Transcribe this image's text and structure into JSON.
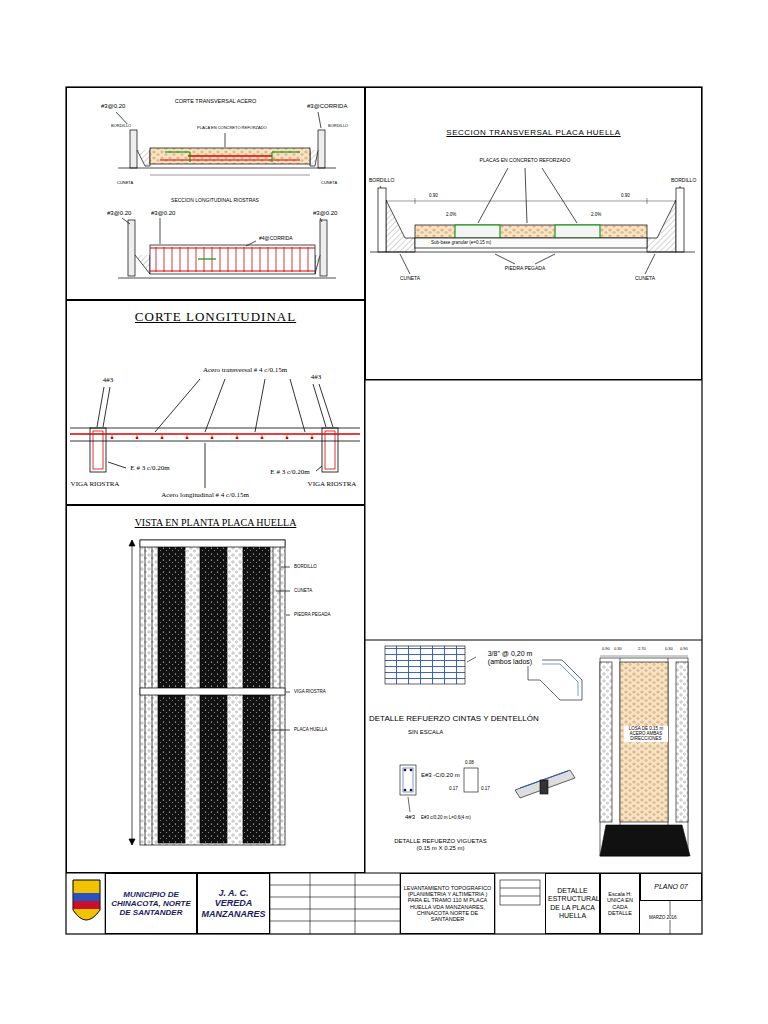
{
  "diagram": {
    "nodes": [
      {
        "text": [
          "CORTE TRANSVERSAL ACERO"
        ]
      },
      {
        "text": [
          "SECCION TRANSVERSAL PLACA HUELLA"
        ]
      },
      {
        "text": [
          "CORTE LONGITUDINAL"
        ]
      },
      {
        "text": [
          "VISTA EN PLANTA PLACA HUELLA"
        ]
      },
      {
        "text": [
          "MUNICIPIO DE CHINACOTA, NORTE DE SANTANDER"
        ]
      },
      {
        "text": [
          "J. A. C. VEREDA MANZANARES"
        ]
      },
      {
        "text": [
          "LEVANTAMIENTO TOPOGRAFICO (PLANIMETRIA Y ALTIMETRIA ) PARA EL TRAMO 110 M PLACA HUELLA VDA MANZANARES, CHINACOTA NORTE DE SANTANDER"
        ]
      },
      {
        "text": [
          "DETALLE ESTRUCTURAL DE LA PLACA HUELLA"
        ]
      },
      {
        "text": [
          "Escala H: UNICA EN CADA DETALLE"
        ]
      },
      {
        "text": [
          "PLANO 07"
        ]
      }
    ],
    "labels": [
      "#3@0.20",
      "#3@CORRIDA",
      "BORDILLO",
      "PLACA EN CONCRETO REFORZADO",
      "BORDILLO",
      "CUNETA",
      "CUNETA",
      "SECCION LONGITUDINAL RIOSTRAS",
      "#3@0.20",
      "#3@0.20",
      "#4@CORRIDA",
      "#3@0.20",
      "PLACAS EN CONCRETO REFORZADO",
      "BORDILLO",
      "BORDILLO",
      "0.90",
      "2.0%",
      "2.0%",
      "0.90",
      "Sub-base granular (e=0.15 m)",
      "PIEDRA PEGADA",
      "CUNETA",
      "CUNETA",
      "Acero transversal # 4 c/0.15m",
      "4#3",
      "4#3",
      "VIGA RIOSTRA",
      "E # 3  c/0.20m",
      "E # 3  c/0.20m",
      "VIGA RIOSTRA",
      "Acero longitudinal # 4 c/0.15m",
      "BORDILLO",
      "CUNETA",
      "PIEDRA PEGADA",
      "VIGA RIOSTRA",
      "PLACA HUELLA",
      "3/8\" @ 0,20 m (ambos lados)",
      "DETALLE REFUERZO CINTAS Y DENTELLÓN",
      "SIN ESCALA",
      "E#3 -C/0.20 m",
      "0.08",
      "0.17",
      "0.17",
      "4#3",
      "E#3 c/0,20 m L=0,6(4 m)",
      "DETALLE REFUERZO VIGUETAS (0.15 m X 0.25 m)",
      "0.90",
      "0.30",
      "2.70",
      "0.30",
      "0.90",
      "LOSA DE 0.15 m ACERO AMBAS DIRECCIONES",
      "MARZO 2016"
    ]
  }
}
